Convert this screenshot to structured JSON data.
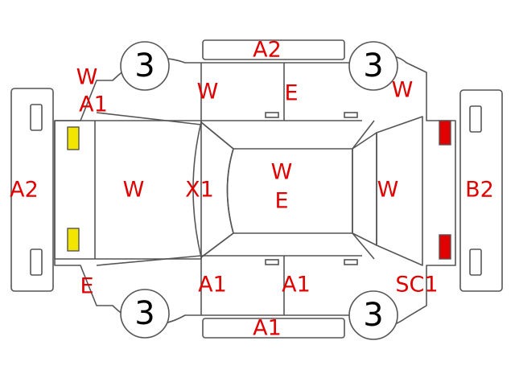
{
  "colors": {
    "outline": "#555555",
    "label_red": "#e00000",
    "front_light_yellow": "#f2e600",
    "rear_light_red": "#e00000"
  },
  "wheels": {
    "front_left": "3",
    "rear_left": "3",
    "front_right": "3",
    "rear_right": "3"
  },
  "labels": {
    "top_body": "A2",
    "front_bumper": "A2",
    "rear_bumper": "B2",
    "bottom_body": "A1",
    "left_fender_w": "W",
    "left_fender_a1": "A1",
    "front_door_top": "W",
    "rear_door_top": "E",
    "rear_quarter_top": "W",
    "hood": "W",
    "windshield": "X1",
    "roof_w": "W",
    "roof_e": "E",
    "rear_glass": "W",
    "front_fender_bottom": "E",
    "front_door_bottom": "A1",
    "rear_door_bottom": "A1",
    "rear_quarter_bottom": "SC1"
  }
}
